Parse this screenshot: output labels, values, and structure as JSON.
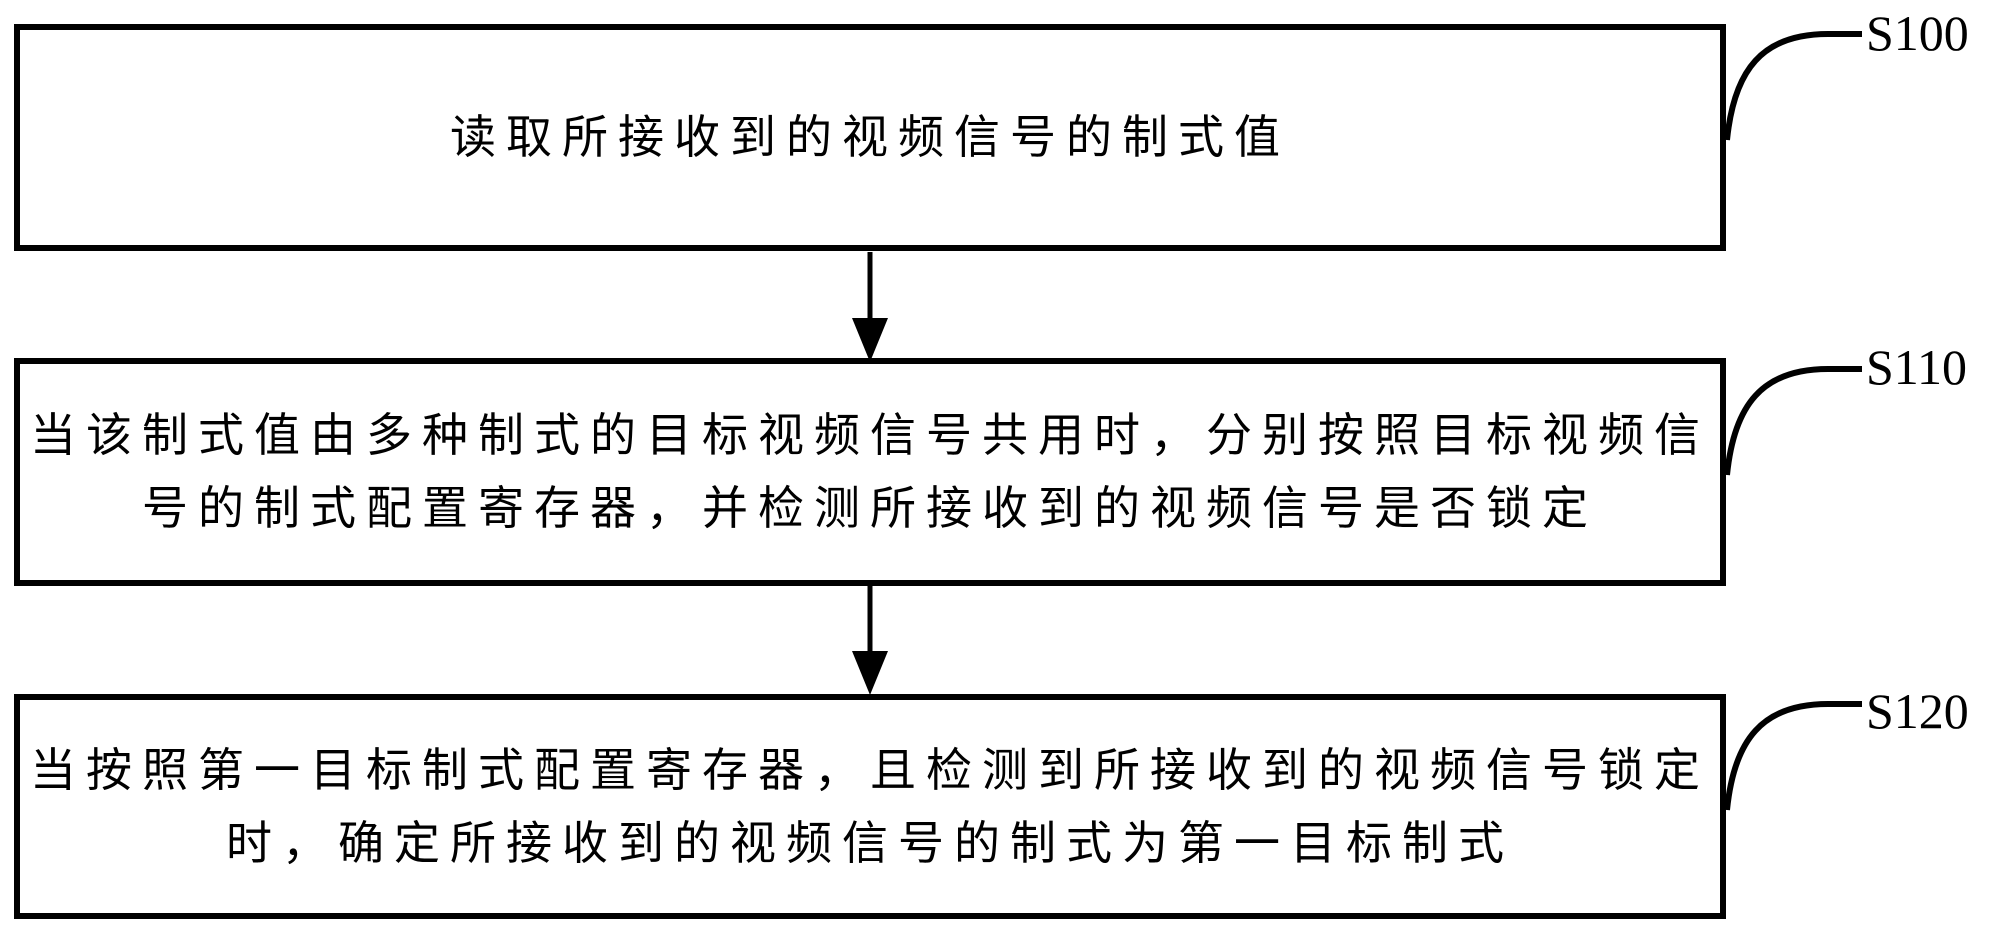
{
  "diagram": {
    "type": "flowchart",
    "colors": {
      "background": "#ffffff",
      "line": "#000000",
      "text": "#000000"
    },
    "steps": [
      {
        "label": "S100",
        "lines": [
          "读取所接收到的视频信号的制式值"
        ]
      },
      {
        "label": "S110",
        "lines": [
          "当该制式值由多种制式的目标视频信号共用时，分别按照目标视频信",
          "号的制式配置寄存器，并检测所接收到的视频信号是否锁定"
        ]
      },
      {
        "label": "S120",
        "lines": [
          "当按照第一目标制式配置寄存器，且检测到所接收到的视频信号锁定",
          "时，确定所接收到的视频信号的制式为第一目标制式"
        ]
      }
    ],
    "flow": [
      {
        "from": "S100",
        "to": "S110"
      },
      {
        "from": "S110",
        "to": "S120"
      }
    ]
  }
}
